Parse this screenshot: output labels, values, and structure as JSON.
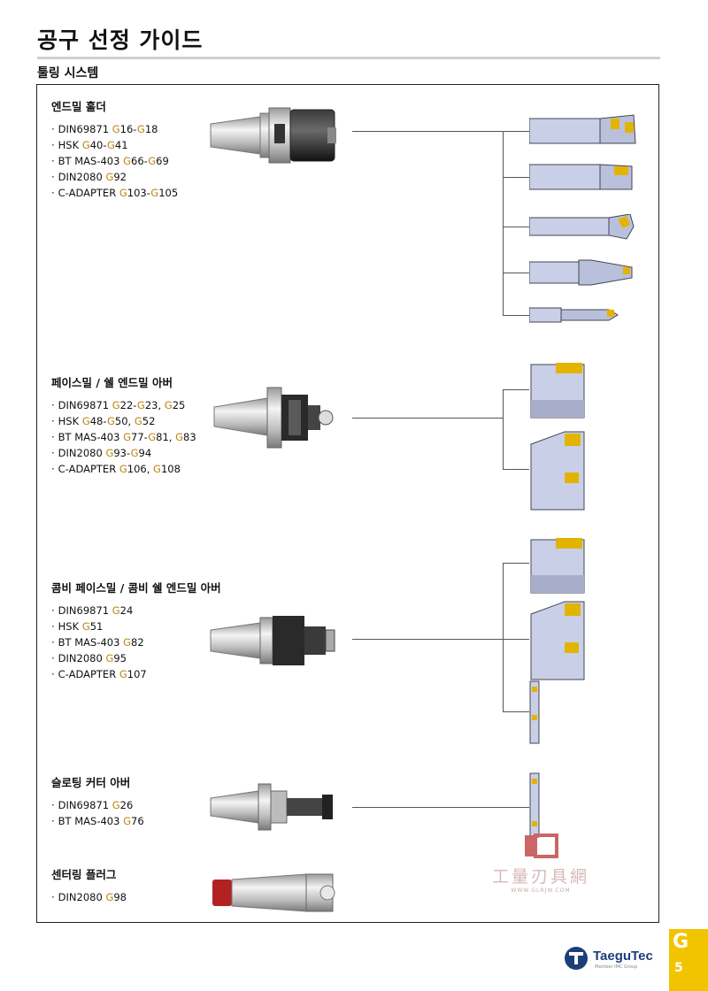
{
  "header": {
    "title": "공구 선정 가이드",
    "section": "툴링 시스템"
  },
  "groups": [
    {
      "heading": "엔드밀 홀더",
      "specs": [
        {
          "std": "DIN69871",
          "refs": [
            "G",
            "16-",
            "G",
            "18"
          ]
        },
        {
          "std": "HSK",
          "refs": [
            "G",
            "40-",
            "G",
            "41"
          ]
        },
        {
          "std": "BT MAS-403",
          "refs": [
            "G",
            "66-",
            "G",
            "69"
          ]
        },
        {
          "std": "DIN2080",
          "refs": [
            "G",
            "92"
          ]
        },
        {
          "std": "C-ADAPTER",
          "refs": [
            "G",
            "103-",
            "G",
            "105"
          ]
        }
      ]
    },
    {
      "heading": "페이스밀 / 쉘 엔드밀 아버",
      "specs": [
        {
          "std": "DIN69871",
          "refs": [
            "G",
            "22-",
            "G",
            "23, ",
            "G",
            "25"
          ]
        },
        {
          "std": "HSK ",
          "refs": [
            "G",
            "48-",
            "G",
            "50, ",
            "G",
            "52"
          ]
        },
        {
          "std": "BT MAS-403",
          "refs": [
            "G",
            "77-",
            "G",
            "81, ",
            "G",
            "83"
          ]
        },
        {
          "std": "DIN2080",
          "refs": [
            "G",
            "93-",
            "G",
            "94"
          ]
        },
        {
          "std": "C-ADAPTER",
          "refs": [
            "G",
            "106, ",
            "G",
            "108"
          ]
        }
      ]
    },
    {
      "heading": "콤비 페이스밀 / 콤비 쉘 엔드밀 아버",
      "specs": [
        {
          "std": "DIN69871",
          "refs": [
            "G",
            "24"
          ]
        },
        {
          "std": "HSK",
          "refs": [
            "G",
            "51"
          ]
        },
        {
          "std": "BT MAS-403",
          "refs": [
            "G",
            "82"
          ]
        },
        {
          "std": "DIN2080",
          "refs": [
            "G",
            "95"
          ]
        },
        {
          "std": "C-ADAPTER",
          "refs": [
            "G",
            "107"
          ]
        }
      ]
    },
    {
      "heading": "슬로팅 커터 아버",
      "specs": [
        {
          "std": "DIN69871",
          "refs": [
            "G",
            "26"
          ]
        },
        {
          "std": "BT MAS-403",
          "refs": [
            "G",
            "76"
          ]
        }
      ]
    },
    {
      "heading": "센터링 플러그",
      "specs": [
        {
          "std": "DIN2080",
          "refs": [
            "G",
            "98"
          ]
        }
      ]
    }
  ],
  "footer": {
    "tab_letter": "G",
    "page_number": "5",
    "brand": "TaeguTec",
    "brand_sub": "Member IMC Group"
  },
  "watermark": {
    "text": "工量刃具網",
    "url": "WWW.GLRJW.COM"
  },
  "colors": {
    "ref_gold": "#b8860b",
    "tab_yellow": "#f2c400",
    "brand_blue": "#1c3f7a",
    "insert_gold": "#e2b400"
  }
}
